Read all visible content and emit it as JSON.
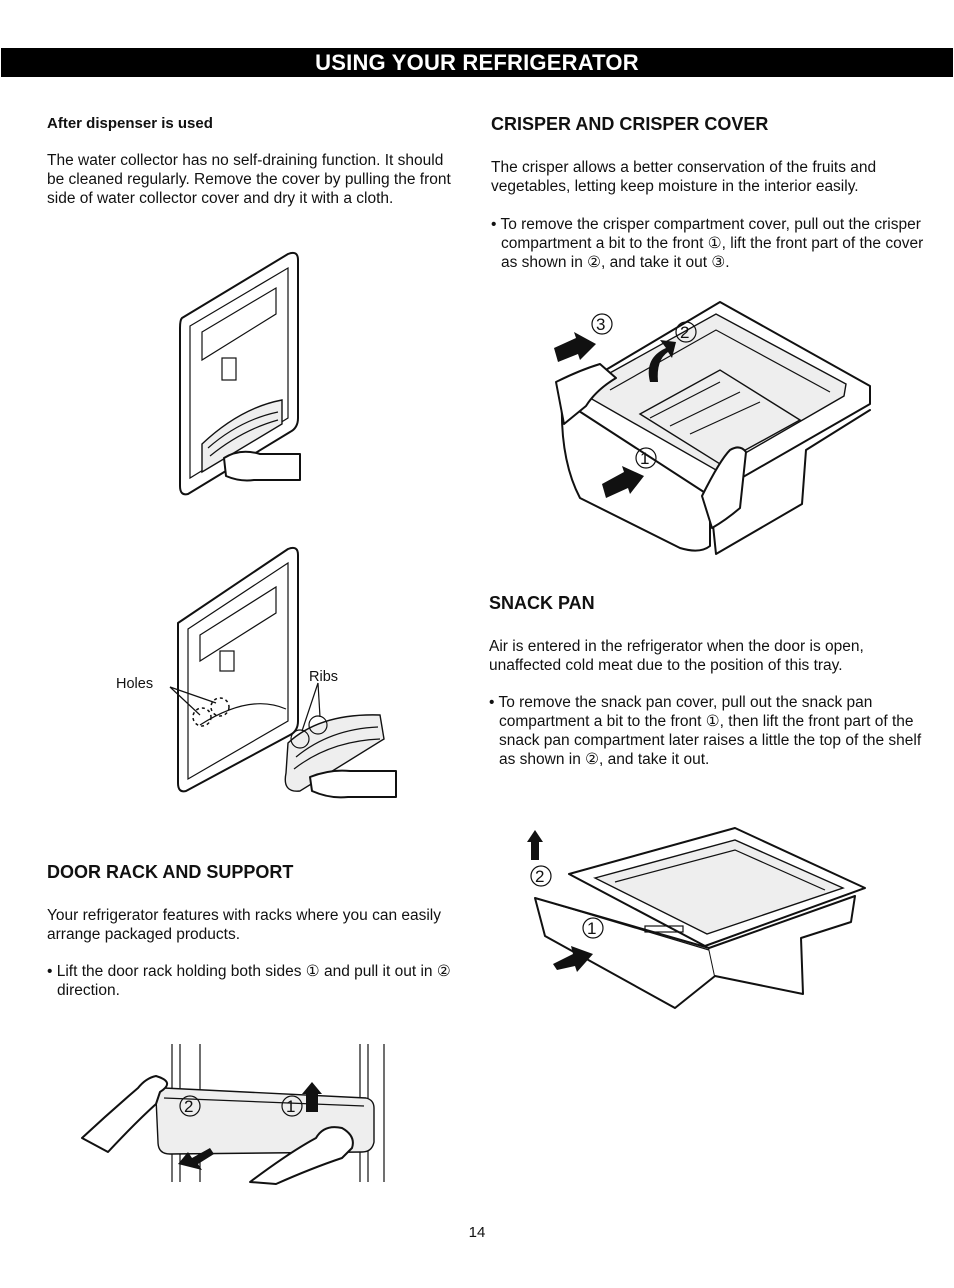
{
  "header": {
    "title": "USING YOUR REFRIGERATOR"
  },
  "left": {
    "after_dispenser": {
      "heading": "After dispenser is used",
      "paragraph": "The water collector has no self-draining function. It should be cleaned regularly. Remove the cover by pulling the front side of water collector cover and dry it with a cloth."
    },
    "figure_labels": {
      "holes": "Holes",
      "ribs": "Ribs"
    },
    "door_rack": {
      "heading": "DOOR RACK AND SUPPORT",
      "paragraph": "Your refrigerator features with racks where you can easily arrange packaged products.",
      "bullet": "Lift the door rack holding both sides ① and pull it out in ② direction."
    }
  },
  "right": {
    "crisper": {
      "heading": "CRISPER AND CRISPER COVER",
      "paragraph": "The crisper allows a better conservation of the fruits and vegetables, letting keep moisture in the interior easily.",
      "bullet": "To remove the crisper compartment cover, pull out the crisper compartment a bit to the front ①, lift the front part of the cover as shown in ②, and take it out ③."
    },
    "snack_pan": {
      "heading": "SNACK PAN",
      "paragraph": "Air is entered in the refrigerator when the door is open, unaffected cold meat due to the position of this tray.",
      "bullet": "To remove the snack pan cover, pull out the snack pan compartment a bit to the front ①, then lift the front part of the snack pan compartment later raises a little the top of the shelf as shown in ②, and take it out."
    }
  },
  "markers": {
    "one": "1",
    "two": "2",
    "three": "3"
  },
  "page_number": "14"
}
